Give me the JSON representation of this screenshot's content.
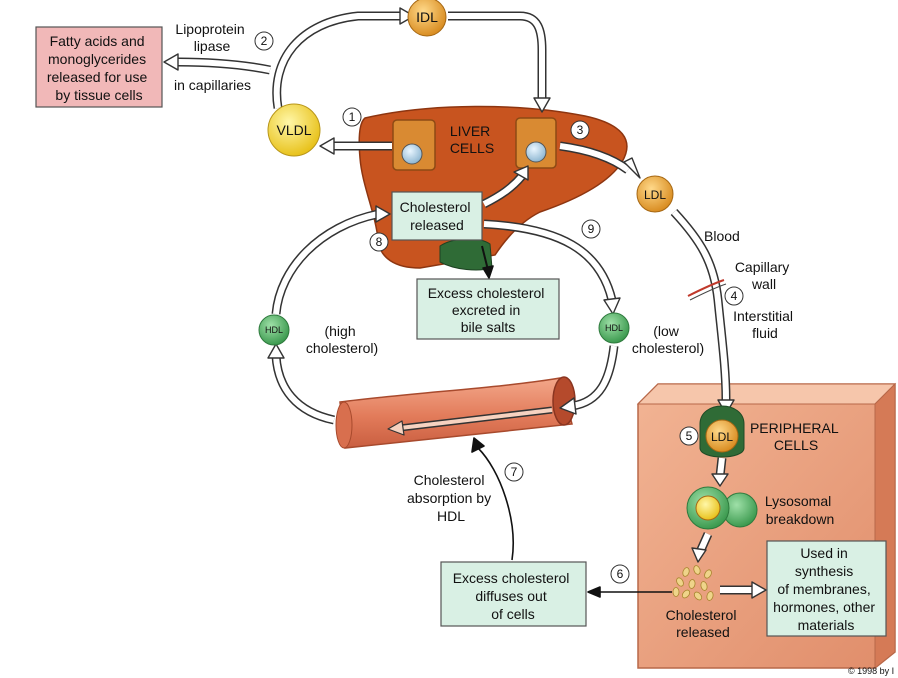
{
  "colors": {
    "liver": "#c8541f",
    "liver_dark": "#9c3a12",
    "peripheral": "#e49a78",
    "peripheral_dark": "#c87050",
    "vessel": "#e48060",
    "pink_box": "#f1b8b8",
    "green_box": "#d9f0e4",
    "yellow_particle": "#f2d12a",
    "orange_particle": "#e7a33a",
    "green_particle": "#4aa35a",
    "arrow_fill": "#ffffff",
    "arrow_stroke": "#333333"
  },
  "labels": {
    "idl": "IDL",
    "vldl": "VLDL",
    "ldl_blood": "LDL",
    "ldl_cell": "LDL",
    "hdl_left": "HDL",
    "hdl_right": "HDL",
    "lipoprotein_lipase": [
      "Lipoprotein",
      "lipase"
    ],
    "in_capillaries": "in capillaries",
    "liver_cells": [
      "LIVER",
      "CELLS"
    ],
    "blood": "Blood",
    "capillary_wall": [
      "Capillary",
      "wall"
    ],
    "interstitial_fluid": [
      "Interstitial",
      "fluid"
    ],
    "peripheral_cells": [
      "PERIPHERAL",
      "CELLS"
    ],
    "lysosomal_breakdown": [
      "Lysosomal",
      "breakdown"
    ],
    "cholesterol_released_bottom": [
      "Cholesterol",
      "released"
    ],
    "high_cholesterol": [
      "(high",
      "cholesterol)"
    ],
    "low_cholesterol": [
      "(low",
      "cholesterol)"
    ],
    "cholesterol_absorption": [
      "Cholesterol",
      "absorption by",
      "HDL"
    ],
    "copyright": "© 1998 by I"
  },
  "boxes": {
    "fatty_acids": [
      "Fatty acids and",
      "monoglycerides",
      "released for use",
      "by tissue cells"
    ],
    "cholesterol_released_liver": [
      "Cholesterol",
      "released"
    ],
    "excess_bile": [
      "Excess cholesterol",
      "excreted in",
      "bile salts"
    ],
    "excess_diffuses": [
      "Excess cholesterol",
      "diffuses out",
      "of cells"
    ],
    "used_synthesis": [
      "Used in",
      "synthesis",
      "of membranes,",
      "hormones, other",
      "materials"
    ]
  },
  "steps": [
    "1",
    "2",
    "3",
    "4",
    "5",
    "6",
    "7",
    "8",
    "9"
  ]
}
